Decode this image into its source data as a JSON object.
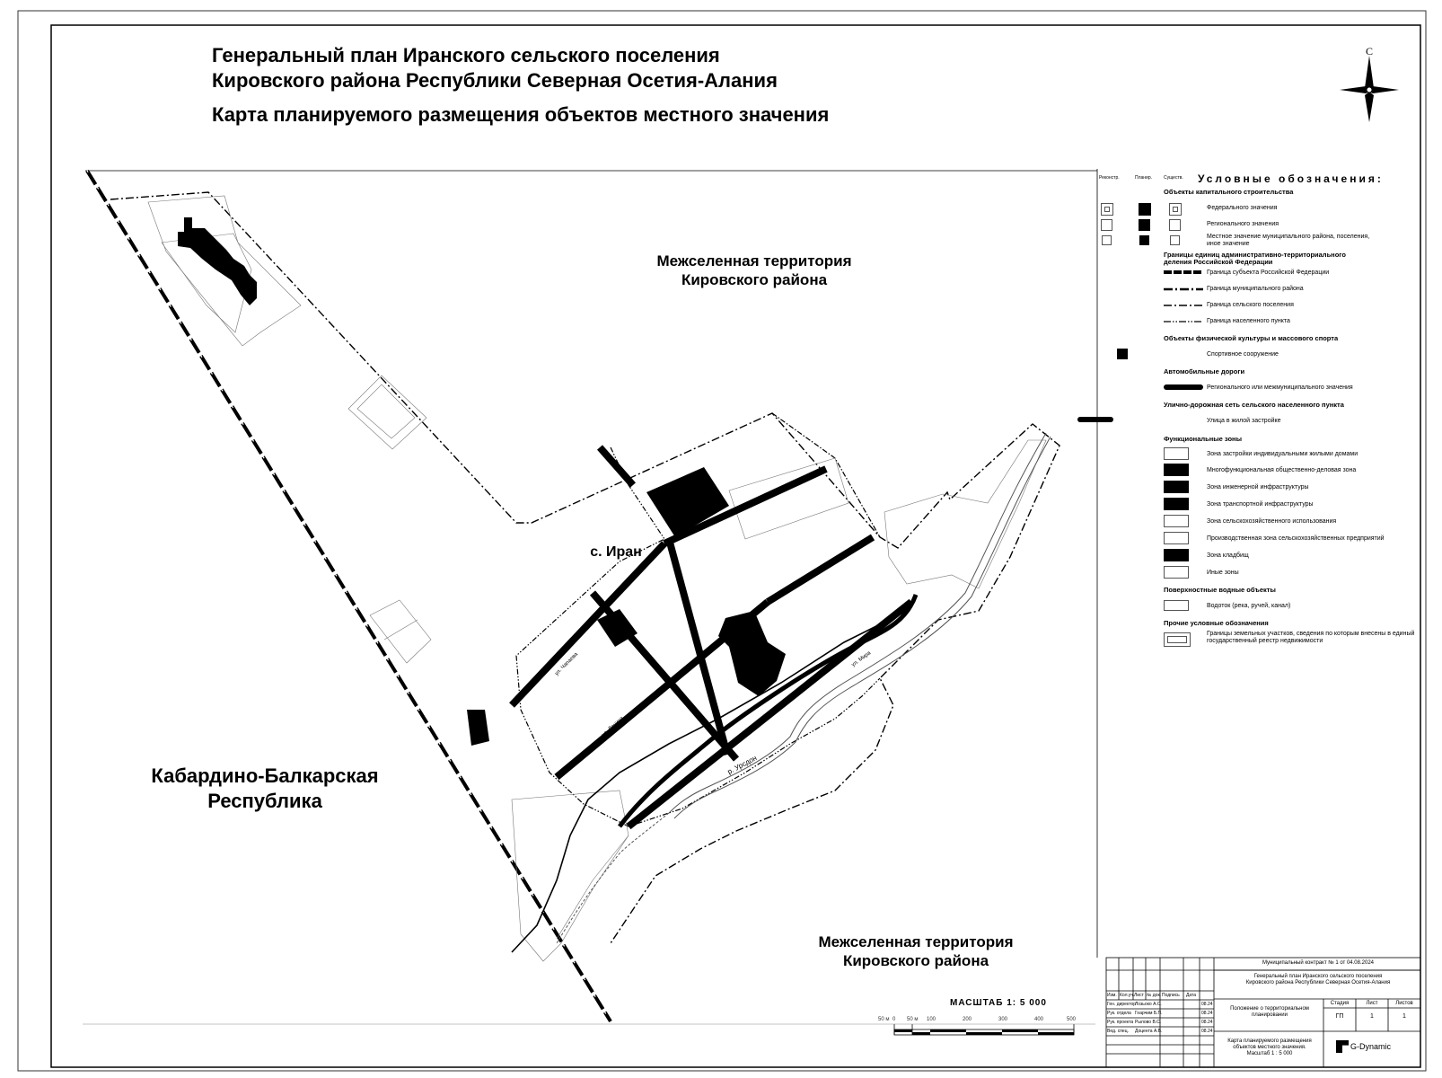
{
  "header": {
    "line1": "Генеральный план Иранского сельского поселения",
    "line2": "Кировского района Республики Северная Осетия-Алания",
    "line3": "Карта планируемого размещения объектов местного значения"
  },
  "map": {
    "label_north": [
      "Межселенная территория",
      "Кировского района"
    ],
    "label_south": [
      "Межселенная территория",
      "Кировского района"
    ],
    "label_kbr": [
      "Кабардино-Балкарская",
      "Республика"
    ],
    "settlement": "с. Иран",
    "river_label": "р. Урсдон",
    "street_labels": [
      "ул. Чапаева",
      "ул. Ленина",
      "ул. Мира"
    ]
  },
  "compass": {
    "north": "С"
  },
  "scale": {
    "title": "МАСШТАБ  1: 5 000",
    "ticks": [
      "50 м",
      "0",
      "50 м",
      "100",
      "200",
      "300",
      "400",
      "500"
    ]
  },
  "legend": {
    "title": "Условные обозначения:",
    "columns": [
      "Реконстр.",
      "Планир.",
      "Существ."
    ],
    "sections": [
      {
        "title": "Объекты капитального строительства",
        "items": [
          "Федерального значения",
          "Регионального значения",
          "Местное значение муниципального района, поселения, иное значение"
        ]
      },
      {
        "title": "Границы единиц административно-территориального деления Российской Федерации",
        "items": [
          "Граница субъекта Российской Федерации",
          "Граница муниципального района",
          "Граница сельского поселения",
          "Граница населенного пункта"
        ]
      },
      {
        "title": "Объекты физической культуры и массового спорта",
        "items": [
          "Спортивное сооружение"
        ]
      },
      {
        "title": "Автомобильные дороги",
        "items": [
          "Регионального или межмуниципального значения"
        ]
      },
      {
        "title": "Улично-дорожная сеть сельского населенного пункта",
        "items": [
          "Улица в жилой застройке"
        ]
      },
      {
        "title": "Функциональные зоны",
        "items": [
          "Зона застройки индивидуальными жилыми домами",
          "Многофункциональная общественно-деловая зона",
          "Зона инженерной инфраструктуры",
          "Зона транспортной инфраструктуры",
          "Зона сельскохозяйственного использования",
          "Производственная зона сельскохозяйственных предприятий",
          "Зона кладбищ",
          "Иные зоны"
        ]
      },
      {
        "title": "Поверхностные водные объекты",
        "items": [
          "Водоток (река, ручей, канал)"
        ]
      },
      {
        "title": "Прочие условные обозначения",
        "items": [
          "Границы земельных участков, сведения по которым внесены в единый государственный реестр недвижимости"
        ]
      }
    ]
  },
  "stamp": {
    "contract": "Муниципальный контракт № 1 от 04.08.2024",
    "project": [
      "Генеральный план Иранского сельского поселения",
      "Кировского района Республики Северная Осетия-Алания"
    ],
    "volume": [
      "Положение о территориальном",
      "планировании"
    ],
    "sheet_title": [
      "Карта планируемого размещения",
      "объектов местного значения.",
      "Масштаб 1 : 5 000"
    ],
    "head_cols": [
      "Изм.",
      "Кол.уч.",
      "Лист",
      "№ док.",
      "Подпись",
      "Дата"
    ],
    "people": [
      {
        "role": "Ген. директор",
        "name": "Лозьоко А.С.",
        "date": "08.24"
      },
      {
        "role": "Рук. отдела",
        "name": "Гнарчим Б.П.",
        "date": "08.24"
      },
      {
        "role": "Рук. проекта",
        "name": "Рылово В.С.",
        "date": "08.24"
      },
      {
        "role": "Вед. спец.",
        "name": "Доцента А.В.",
        "date": "08.24"
      }
    ],
    "stage_label": "Стадия",
    "stage": "ГП",
    "sheet_label": "Лист",
    "sheet": "1",
    "sheets_label": "Листов",
    "sheets": "1",
    "company": "G-Dynamic"
  },
  "colors": {
    "ink": "#000000",
    "paper": "#ffffff",
    "thin": "#888888"
  }
}
